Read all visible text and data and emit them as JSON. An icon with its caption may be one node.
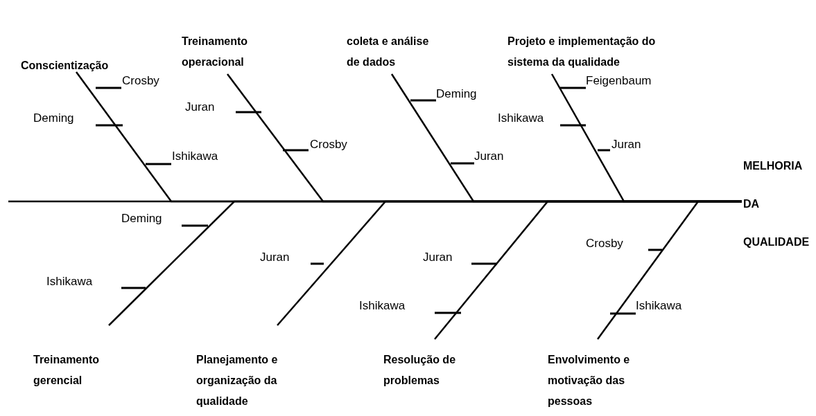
{
  "diagram": {
    "nodes": [
      {
        "text": [
          "Conscientização"
        ]
      },
      {
        "text": [
          "Treinamento operacional"
        ]
      },
      {
        "text": [
          "coleta e análise de dados"
        ]
      },
      {
        "text": [
          "Projeto e implementação do sistema da qualidade"
        ]
      },
      {
        "text": [
          "Treinamento gerencial"
        ]
      },
      {
        "text": [
          "Planejamento e organização da qualidade"
        ]
      },
      {
        "text": [
          "Resolução de problemas"
        ]
      },
      {
        "text": [
          "Envolvimento e motivação das pessoas"
        ]
      },
      {
        "text": [
          "MELHORIA DA QUALIDADE"
        ]
      }
    ],
    "edges": [
      {
        "from": 0,
        "to": 8,
        "arrow": "none"
      },
      {
        "from": 1,
        "to": 8,
        "arrow": "none"
      },
      {
        "from": 2,
        "to": 8,
        "arrow": "none"
      },
      {
        "from": 3,
        "to": 8,
        "arrow": "none"
      },
      {
        "from": 4,
        "to": 8,
        "arrow": "none"
      },
      {
        "from": 5,
        "to": 8,
        "arrow": "none"
      },
      {
        "from": 6,
        "to": 8,
        "arrow": "none"
      },
      {
        "from": 7,
        "to": 8,
        "arrow": "none"
      },
      {
        "from": null,
        "to": 8,
        "arrow": "none"
      }
    ],
    "labels": [
      "Crosby",
      "Deming",
      "Ishikawa",
      "Juran",
      "Crosby",
      "Deming",
      "Juran",
      "Feigenbaum",
      "Ishikawa",
      "Juran",
      "Deming",
      "Ishikawa",
      "Juran",
      "Juran",
      "Ishikawa",
      "Crosby",
      "Ishikawa"
    ]
  }
}
